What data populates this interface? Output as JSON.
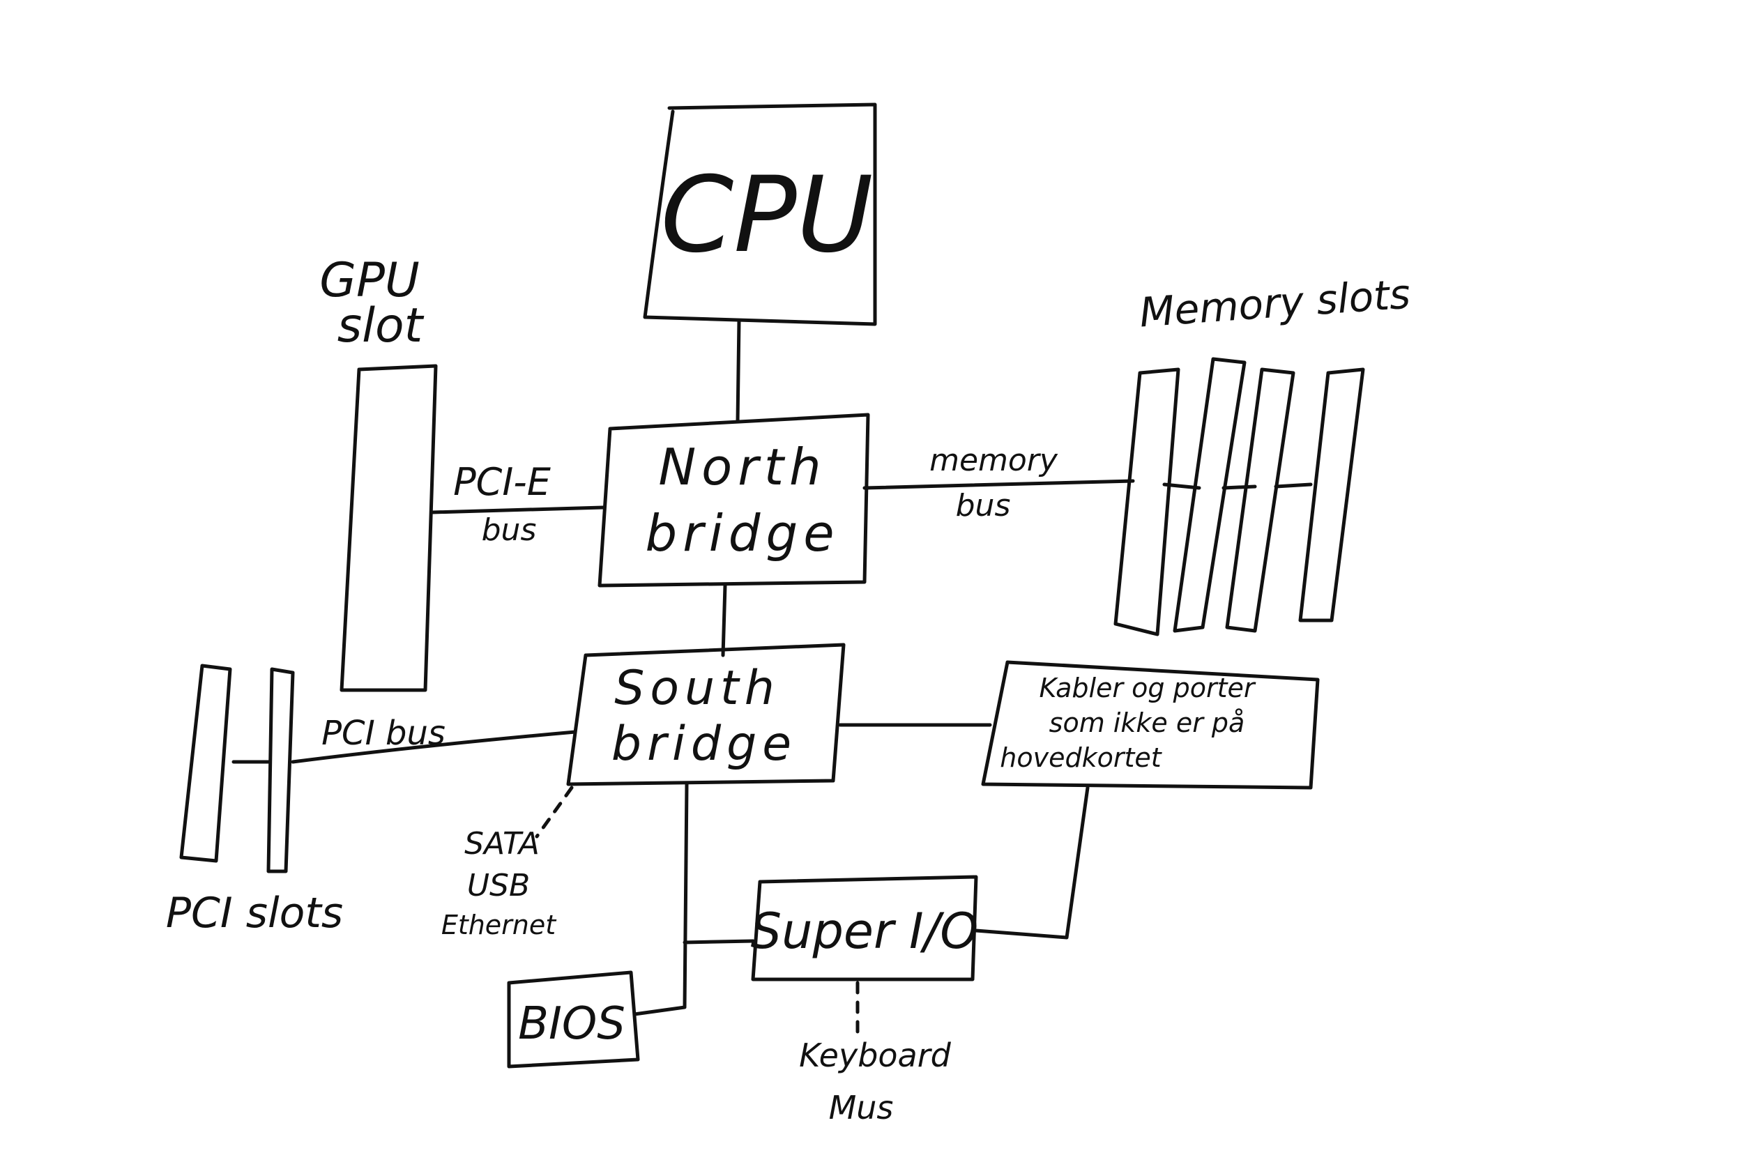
{
  "diagram": {
    "nodes": {
      "cpu": "CPU",
      "north_bridge": [
        "North",
        "bridge"
      ],
      "south_bridge": [
        "South",
        "bridge"
      ],
      "gpu_slot": [
        "GPU",
        "slot"
      ],
      "memory_slots": "Memory slots",
      "pci_slots": "PCI slots",
      "external": [
        "Kabler og porter",
        "som ikke er på",
        "hovedkortet"
      ],
      "super_io": "Super I/O",
      "bios": "BIOS"
    },
    "edges": {
      "pcie_bus": [
        "PCI-E",
        "bus"
      ],
      "memory_bus": [
        "memory",
        "bus"
      ],
      "pci_bus": "PCI bus",
      "south_devices": [
        "SATA",
        "USB",
        "Ethernet"
      ],
      "superio_devices": [
        "Keyboard",
        "Mus"
      ]
    }
  }
}
